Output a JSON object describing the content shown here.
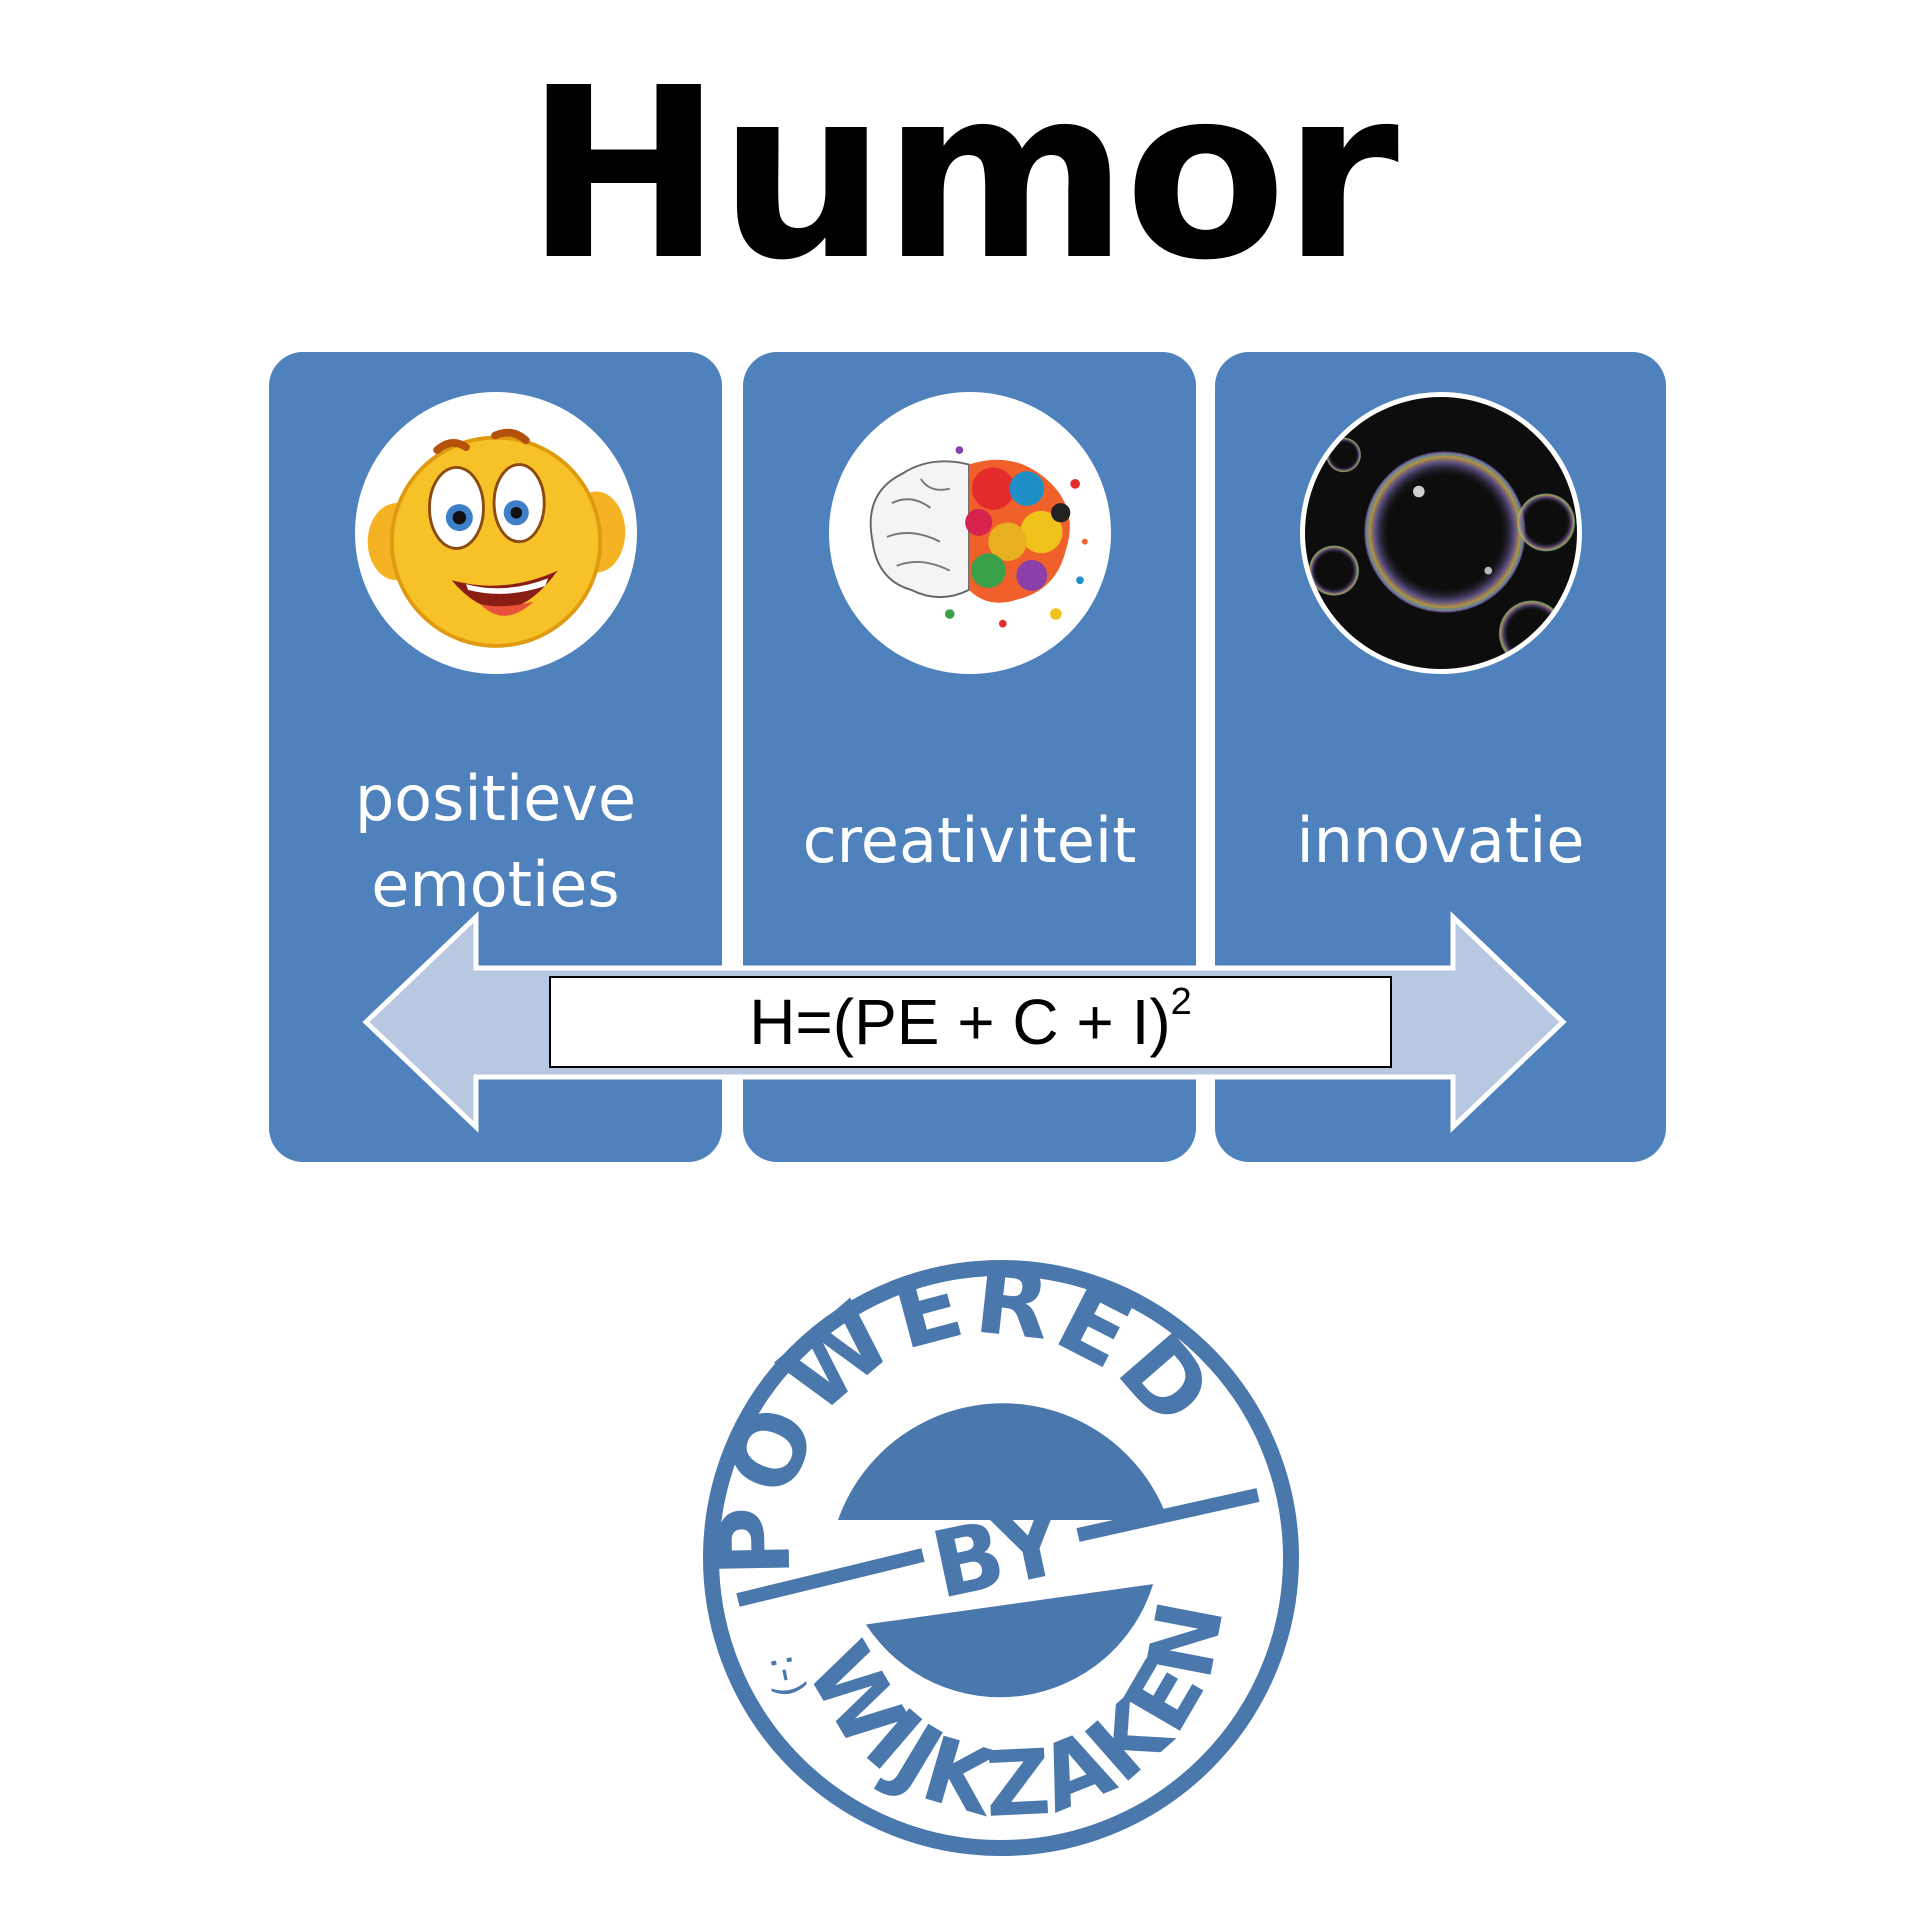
{
  "title": "Humor",
  "cards": [
    {
      "label_line1": "positieve",
      "label_line2": "emoties",
      "icon": "smiley-icon"
    },
    {
      "label": "creativiteit",
      "icon": "brain-icon"
    },
    {
      "label": "innovatie",
      "icon": "bubbles-icon"
    }
  ],
  "formula": {
    "text": "H=(PE + C + I)",
    "exponent": "2"
  },
  "stamp": {
    "top": "POWERED",
    "middle": "BY",
    "bottom": "WIJKZAKEN",
    "emoticon": ":-)"
  },
  "colors": {
    "card_blue": "#4f81bd",
    "arrow_fill": "#b8c8e0",
    "stamp_blue": "#4a78ad"
  }
}
